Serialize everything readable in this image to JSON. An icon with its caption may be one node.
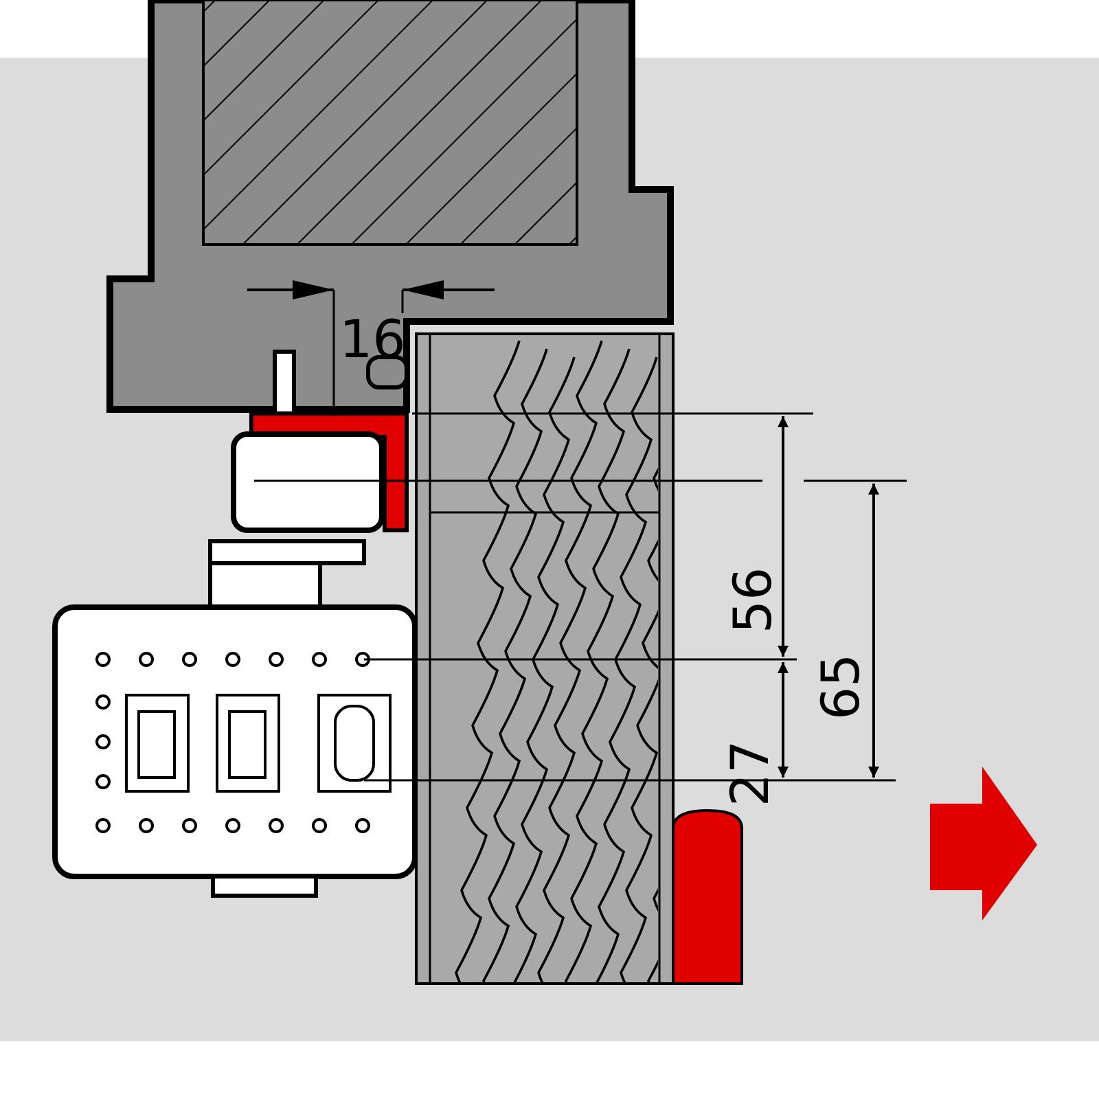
{
  "diagram": {
    "labels": [
      "16",
      "56",
      "65",
      "27"
    ]
  }
}
